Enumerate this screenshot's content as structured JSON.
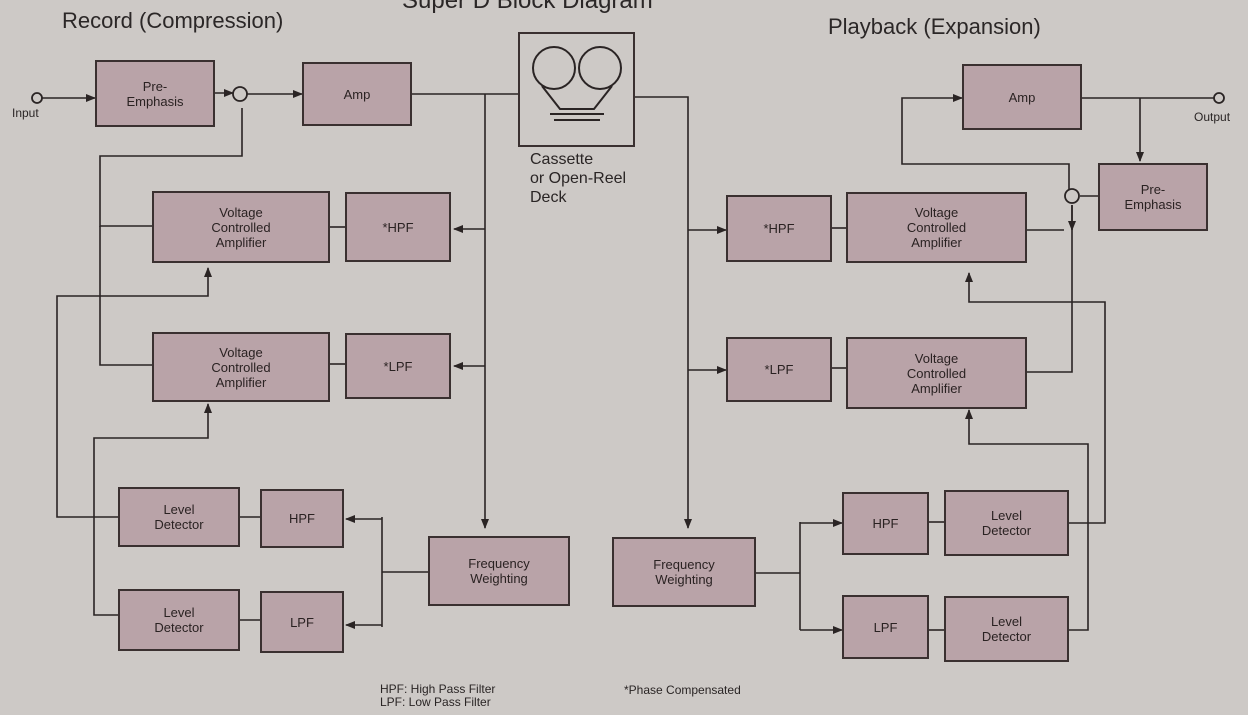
{
  "title": "Super D Block Diagram",
  "sections": {
    "record": "Record (Compression)",
    "playback": "Playback (Expansion)"
  },
  "io": {
    "input": "Input",
    "output": "Output"
  },
  "deck": "Cassette\nor Open-Reel\nDeck",
  "blocks": {
    "rec_pre_emphasis": "Pre-\nEmphasis",
    "rec_amp": "Amp",
    "rec_vca_top": "Voltage\nControlled\nAmplifier",
    "rec_hpf_star": "*HPF",
    "rec_vca_bottom": "Voltage\nControlled\nAmplifier",
    "rec_lpf_star": "*LPF",
    "rec_level_detector_top": "Level\nDetector",
    "rec_hpf": "HPF",
    "rec_level_detector_bottom": "Level\nDetector",
    "rec_lpf": "LPF",
    "rec_frequency_weighting": "Frequency\nWeighting",
    "play_amp": "Amp",
    "play_pre_emphasis": "Pre-\nEmphasis",
    "play_hpf_star": "*HPF",
    "play_vca_top": "Voltage\nControlled\nAmplifier",
    "play_lpf_star": "*LPF",
    "play_vca_bottom": "Voltage\nControlled\nAmplifier",
    "play_frequency_weighting": "Frequency\nWeighting",
    "play_hpf": "HPF",
    "play_level_detector_top": "Level\nDetector",
    "play_lpf": "LPF",
    "play_level_detector_bottom": "Level\nDetector"
  },
  "footnotes": {
    "legend": "HPF: High Pass Filter\nLPF: Low Pass Filter",
    "phase": "*Phase Compensated"
  }
}
